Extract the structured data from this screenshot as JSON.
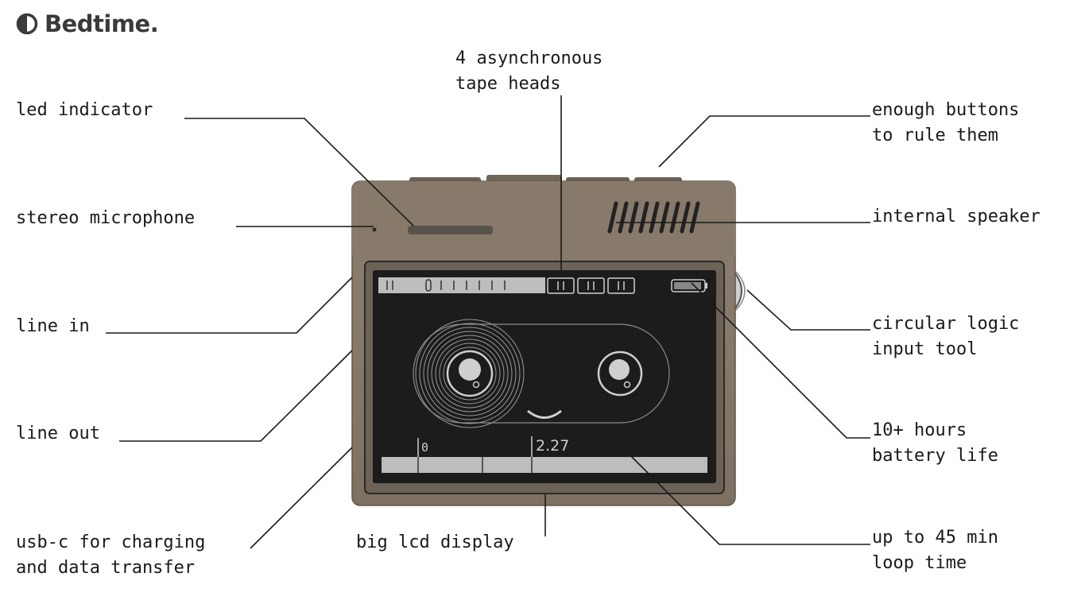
{
  "header": {
    "brand": "Bedtime."
  },
  "device": {
    "counter_start": "0",
    "counter_current": "2.27"
  },
  "callouts": {
    "led_indicator": [
      "led indicator"
    ],
    "tape_heads": [
      "4 asynchronous",
      "tape heads"
    ],
    "buttons": [
      "enough buttons",
      "to rule them"
    ],
    "stereo_microphone": [
      "stereo microphone"
    ],
    "internal_speaker": [
      "internal speaker"
    ],
    "line_in": [
      "line in"
    ],
    "circular_logic": [
      "circular logic",
      "input tool"
    ],
    "line_out": [
      "line out"
    ],
    "battery": [
      "10+ hours",
      "battery life"
    ],
    "usb_c": [
      "usb-c for charging",
      "and data transfer"
    ],
    "lcd_display": [
      "big lcd display"
    ],
    "loop_time": [
      "up to 45 min",
      "loop time"
    ]
  },
  "colors": {
    "body": "#8a7c6c",
    "top_panel": "#877a6a",
    "screen_bg": "#1c1c1c",
    "lcd_line": "#cfcfcf"
  }
}
